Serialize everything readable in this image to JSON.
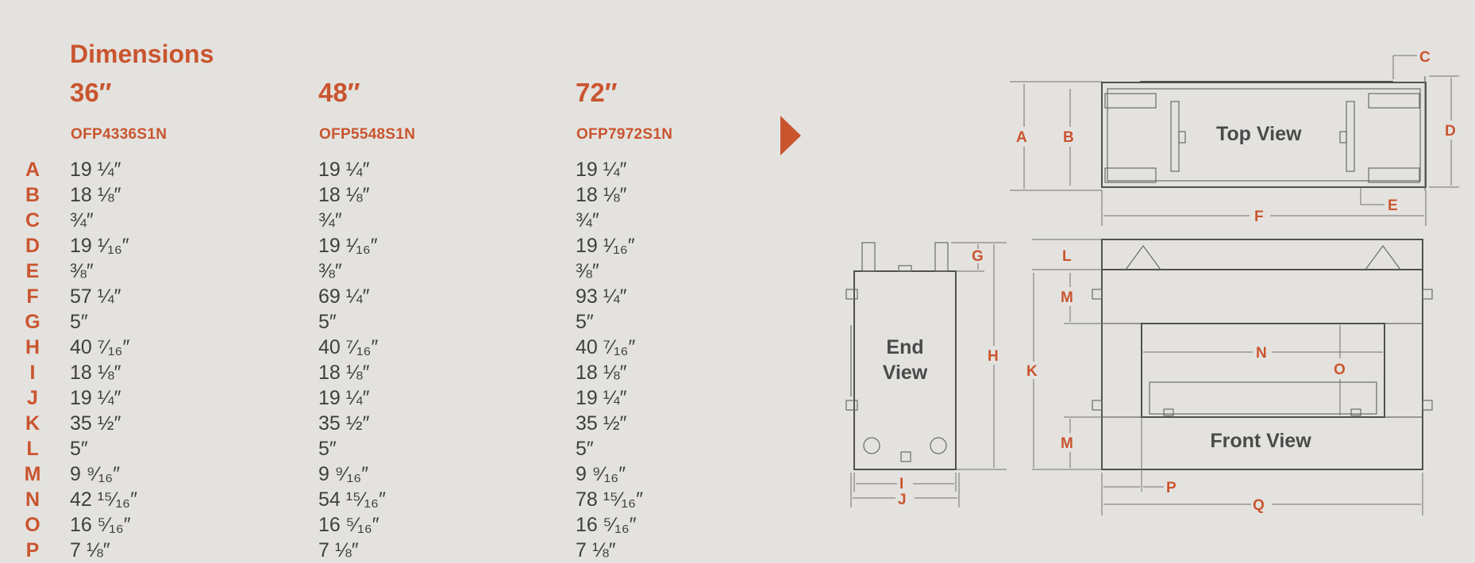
{
  "title": "Dimensions",
  "accent_color": "#c9552f",
  "columns": [
    {
      "size": "36″",
      "model": "OFP4336S1N",
      "values": [
        "19 ¼″",
        "18 ⅛″",
        "¾″",
        "19 ¹⁄₁₆″",
        "⅜″",
        "57 ¼″",
        "5″",
        "40 ⁷⁄₁₆″",
        "18 ⅛″",
        "19 ¼″",
        "35 ½″",
        "5″",
        "9 ⁹⁄₁₆″",
        "42 ¹⁵⁄₁₆″",
        "16 ⁵⁄₁₆″",
        "7 ⅛″"
      ]
    },
    {
      "size": "48″",
      "model": "OFP5548S1N",
      "values": [
        "19 ¼″",
        "18 ⅛″",
        "¾″",
        "19 ¹⁄₁₆″",
        "⅜″",
        "69 ¼″",
        "5″",
        "40 ⁷⁄₁₆″",
        "18 ⅛″",
        "19 ¼″",
        "35 ½″",
        "5″",
        "9 ⁹⁄₁₆″",
        "54 ¹⁵⁄₁₆″",
        "16 ⁵⁄₁₆″",
        "7 ⅛″"
      ]
    },
    {
      "size": "72″",
      "model": "OFP7972S1N",
      "values": [
        "19 ¼″",
        "18 ⅛″",
        "¾″",
        "19 ¹⁄₁₆″",
        "⅜″",
        "93 ¼″",
        "5″",
        "40 ⁷⁄₁₆″",
        "18 ⅛″",
        "19 ¼″",
        "35 ½″",
        "5″",
        "9 ⁹⁄₁₆″",
        "78 ¹⁵⁄₁₆″",
        "16 ⁵⁄₁₆″",
        "7 ⅛″"
      ]
    }
  ],
  "row_letters": [
    "A",
    "B",
    "C",
    "D",
    "E",
    "F",
    "G",
    "H",
    "I",
    "J",
    "K",
    "L",
    "M",
    "N",
    "O",
    "P"
  ],
  "diagram": {
    "top_view_label": "Top View",
    "end_view_label_1": "End",
    "end_view_label_2": "View",
    "front_view_label": "Front View",
    "dim_labels": {
      "A": "A",
      "B": "B",
      "C": "C",
      "D": "D",
      "E": "E",
      "F": "F",
      "G": "G",
      "H": "H",
      "I": "I",
      "J": "J",
      "K": "K",
      "L": "L",
      "M": "M",
      "N": "N",
      "O": "O",
      "P": "P",
      "Q": "Q"
    }
  }
}
